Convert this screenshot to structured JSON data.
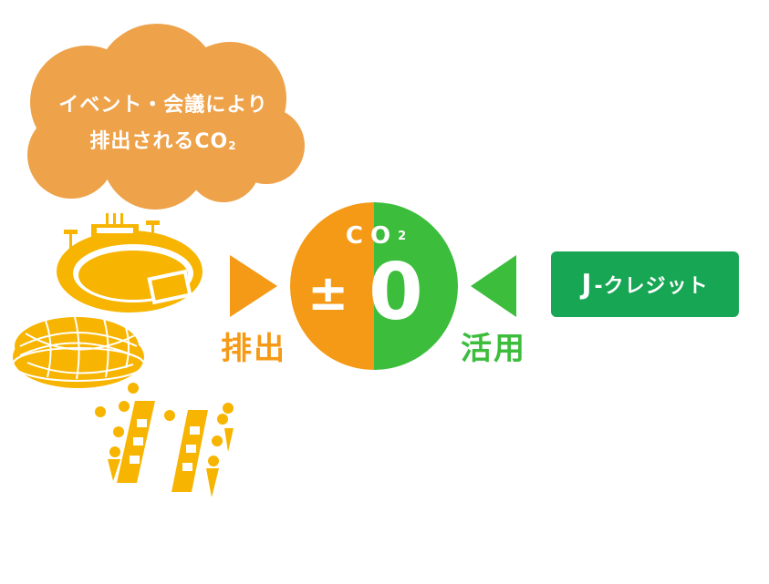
{
  "cloud": {
    "line1": "イベント・会議により",
    "line2_main": "排出されるCO",
    "line2_sub": "2"
  },
  "emission_label": "排出",
  "utilization_label": "活用",
  "balance": {
    "co2_main": "CO",
    "co2_sub": "2",
    "plus_minus": "±",
    "zero": "0"
  },
  "credit_badge": {
    "letter": "J",
    "text": "-クレジット"
  },
  "colors": {
    "emission_orange": "#f59a16",
    "cloud_orange": "#eea24a",
    "credit_green": "#3cbd3c",
    "badge_green": "#17a654",
    "venue_yellow": "#f7b400"
  },
  "icons": [
    "cloud-shape",
    "stadium-icon",
    "dome-icon",
    "meeting-room-icon",
    "arrow-right-icon",
    "arrow-left-icon"
  ]
}
